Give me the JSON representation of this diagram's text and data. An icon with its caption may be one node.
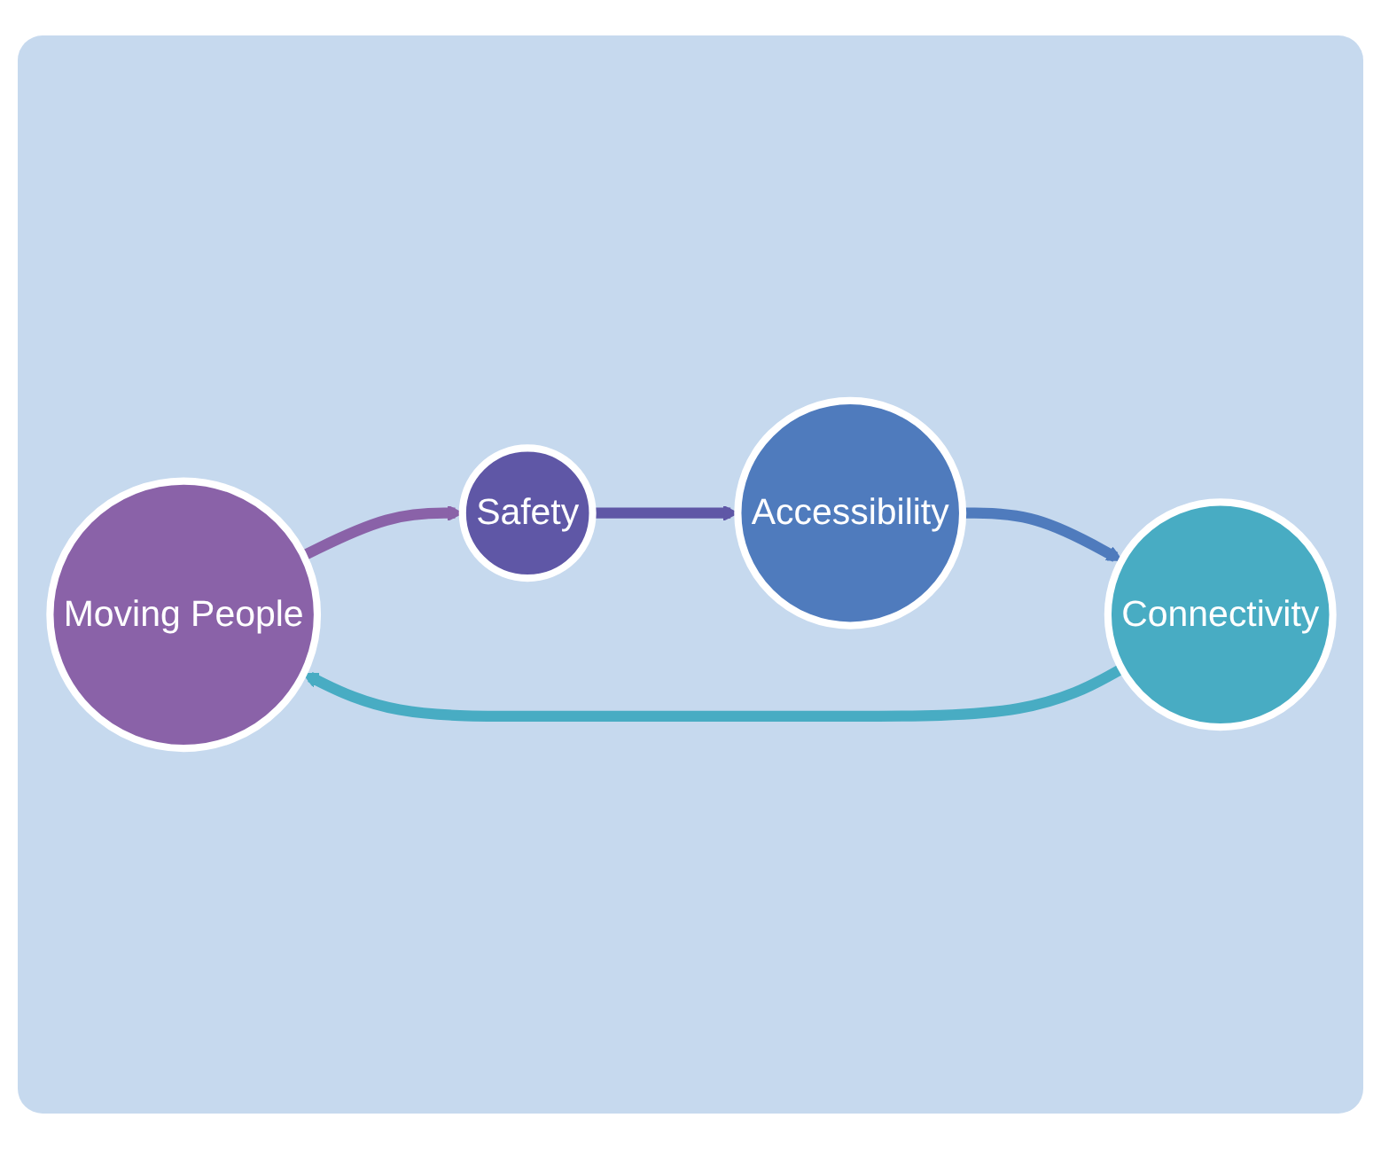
{
  "diagram": {
    "nodes": [
      {
        "text": [
          "Moving People"
        ]
      },
      {
        "text": [
          "Safety"
        ]
      },
      {
        "text": [
          "Accessibility"
        ]
      },
      {
        "text": [
          "Connectivity"
        ]
      }
    ],
    "edges": [
      {
        "from": 0,
        "to": 1,
        "arrow": "to",
        "color": "#8a62a8"
      },
      {
        "from": 1,
        "to": 2,
        "arrow": "to",
        "color": "#5f57a6"
      },
      {
        "from": 2,
        "to": 3,
        "arrow": "to",
        "color": "#4f7bbd"
      },
      {
        "from": 3,
        "to": 0,
        "arrow": "to",
        "color": "#48acc3"
      }
    ]
  }
}
